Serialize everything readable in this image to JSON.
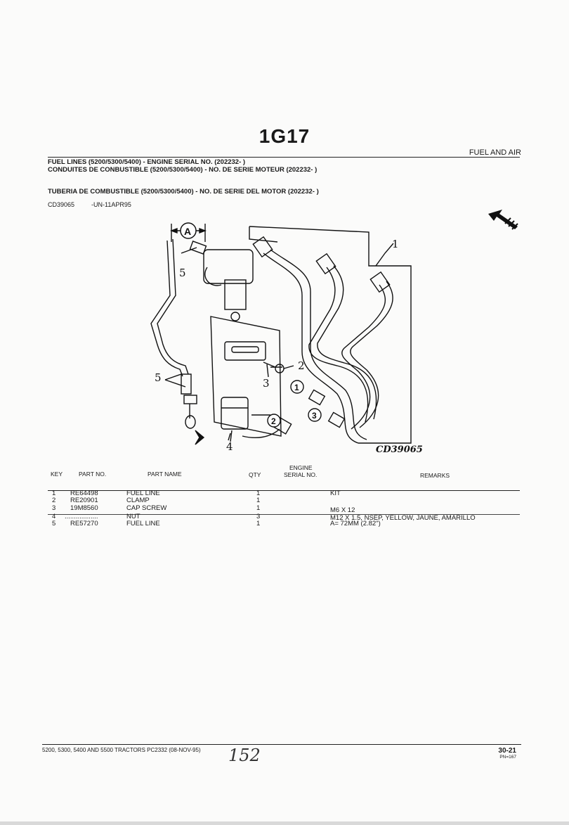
{
  "header": {
    "section_code": "1G17",
    "category": "FUEL AND AIR",
    "title_en": "FUEL LINES (5200/5300/5400) - ENGINE SERIAL NO. (202232-      )",
    "title_fr": "CONDUITES DE CONBUSTIBLE (5200/5300/5400) - NO. DE SERIE MOTEUR (202232-       )",
    "title_es": "TUBERIA DE COMBUSTIBLE (5200/5300/5400) - NO. DE SERIE DEL MOTOR (202232-       )",
    "illustration_id": "CD39065",
    "illustration_ref": "-UN-11APR95"
  },
  "diagram": {
    "caption": "CD39065",
    "callouts": [
      "1",
      "2",
      "3",
      "4",
      "5",
      "A"
    ],
    "circled_refs": [
      "1",
      "2",
      "3"
    ],
    "arrow_icon": "direction-arrow-icon"
  },
  "table": {
    "headers": {
      "key": "KEY",
      "part_no": "PART NO.",
      "part_name": "PART NAME",
      "qty": "QTY",
      "engine": "ENGINE",
      "serial": "SERIAL NO.",
      "remarks": "REMARKS"
    },
    "rows": [
      {
        "key": "1",
        "part_no": "RE64498",
        "name": "FUEL LINE",
        "qty": "1",
        "remarks": "KIT"
      },
      {
        "key": "2",
        "part_no": "RE20901",
        "name": "CLAMP",
        "qty": "1",
        "remarks": ""
      },
      {
        "key": "3",
        "part_no": "19M8560",
        "name": "CAP SCREW",
        "qty": "1",
        "remarks": "M6 X 12"
      },
      {
        "key": "4",
        "part_no": "..................",
        "name": "NUT",
        "qty": "3",
        "remarks": "M12 X 1.5, NSEP, YELLOW, JAUNE, AMARILLO"
      },
      {
        "key": "5",
        "part_no": "RE57270",
        "name": "FUEL LINE",
        "qty": "1",
        "remarks": "A= 72MM (2.82\")"
      }
    ]
  },
  "footer": {
    "book": "5200, 5300, 5400 AND 5500 TRACTORS   PC2332    (08-NOV-95)",
    "handwritten": "152",
    "page": "30-21",
    "pn": "PN=167"
  }
}
